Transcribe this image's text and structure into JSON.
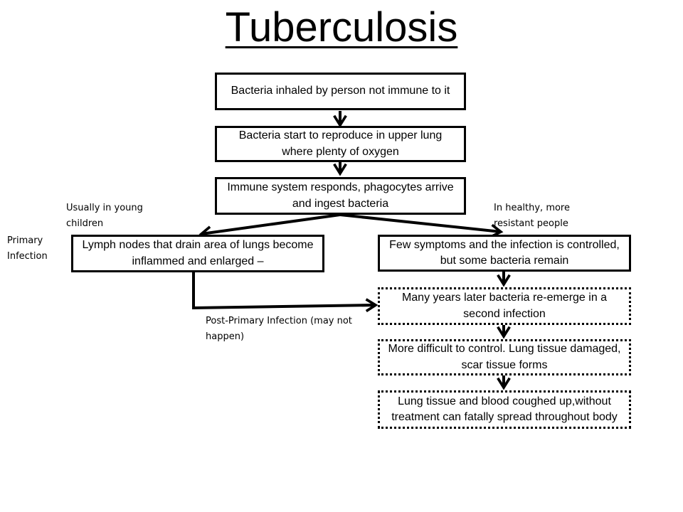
{
  "title": "Tuberculosis",
  "boxes": {
    "inhaled": "Bacteria inhaled by person not immune to it",
    "reproduce": "Bacteria start to reproduce in upper lung where plenty of oxygen",
    "immune": "Immune system responds, phagocytes arrive and ingest bacteria",
    "lymph": "Lymph nodes that drain area of lungs become inflammed and enlarged –",
    "few_symptoms": "Few symptoms and the infection is controlled, but some bacteria remain",
    "reemerge": "Many years later bacteria re-emerge in a second infection",
    "difficult": "More difficult to control. Lung tissue damaged, scar tissue forms",
    "coughed": "Lung tissue and blood coughed up,without treatment can fatally spread throughout body"
  },
  "notes": {
    "young": "Usually in young children",
    "healthy": "In healthy, more resistant people",
    "primary": "Primary Infection",
    "post_primary": "Post-Primary Infection (may not happen)"
  }
}
